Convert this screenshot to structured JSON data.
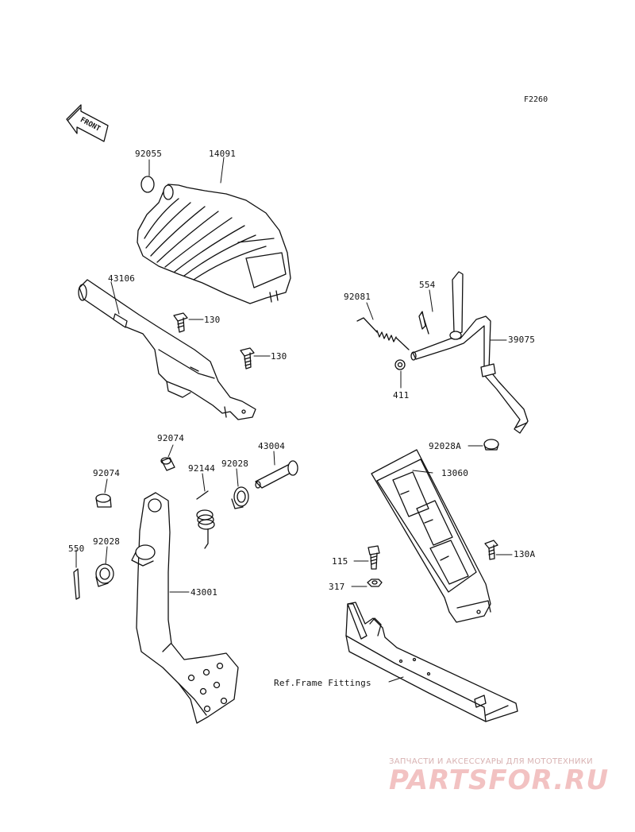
{
  "diagram_code": "F2260",
  "front_label": "FRONT",
  "parts": {
    "p92055": "92055",
    "p14091": "14091",
    "p43106": "43106",
    "p130a": "130",
    "p130b": "130",
    "p92081": "92081",
    "p554": "554",
    "p39075": "39075",
    "p411": "411",
    "p92074a": "92074",
    "p92074b": "92074",
    "p92144": "92144",
    "p92028a": "92028",
    "p43004": "43004",
    "p92028A": "92028A",
    "p13060": "13060",
    "p550": "550",
    "p92028b": "92028",
    "p43001": "43001",
    "p115": "115",
    "p317": "317",
    "p130A": "130A",
    "ref_frame": "Ref.Frame Fittings"
  },
  "watermark": {
    "line1": "ЗАПЧАСТИ И АКСЕССУАРЫ ДЛЯ МОТОТЕХНИКИ",
    "line2": "PARTSFOR.RU"
  }
}
